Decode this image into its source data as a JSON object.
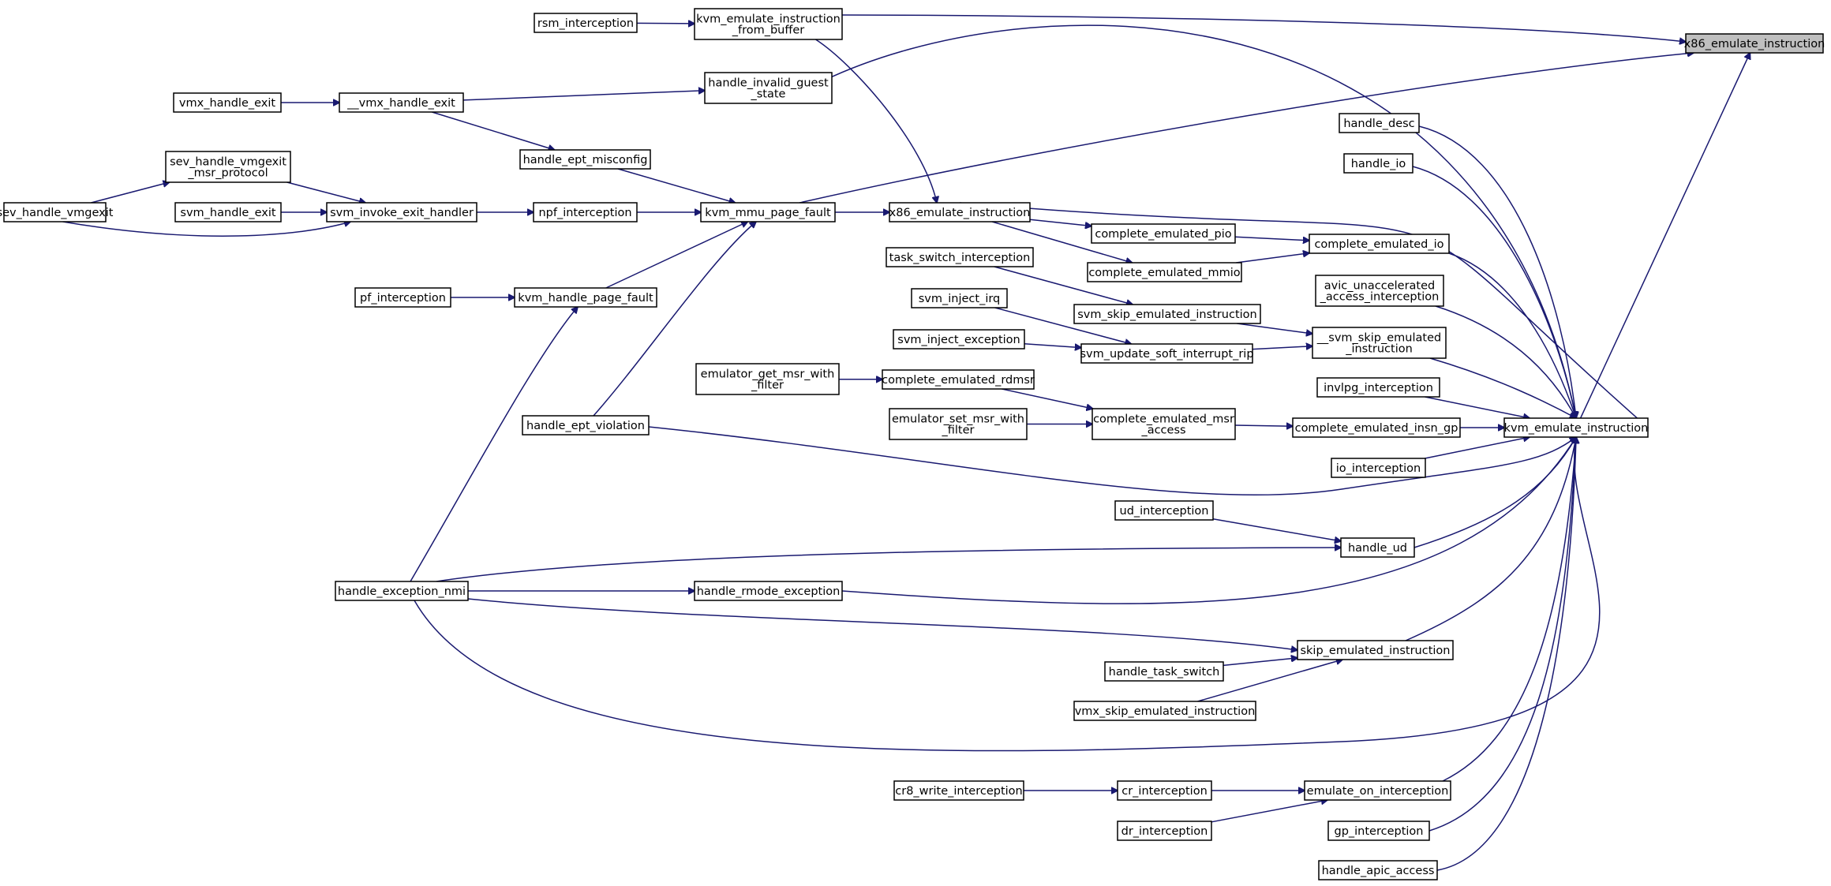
{
  "nodes": {
    "x86_root": {
      "label": [
        "x86_emulate_instruction"
      ],
      "root": true
    },
    "rsm": {
      "label": [
        "rsm_interception"
      ]
    },
    "kvm_eifb": {
      "label": [
        "kvm_emulate_instruction",
        "_from_buffer"
      ]
    },
    "vmx_handle_exit": {
      "label": [
        "vmx_handle_exit"
      ]
    },
    "__vmx_handle_exit": {
      "label": [
        "__vmx_handle_exit"
      ]
    },
    "handle_invalid_guest_state": {
      "label": [
        "handle_invalid_guest",
        "_state"
      ]
    },
    "handle_desc": {
      "label": [
        "handle_desc"
      ]
    },
    "handle_io": {
      "label": [
        "handle_io"
      ]
    },
    "sev_handle_vmgexit_msr": {
      "label": [
        "sev_handle_vmgexit",
        "_msr_protocol"
      ]
    },
    "handle_ept_misconfig": {
      "label": [
        "handle_ept_misconfig"
      ]
    },
    "sev_handle_vmgexit": {
      "label": [
        "sev_handle_vmgexit"
      ]
    },
    "svm_handle_exit": {
      "label": [
        "svm_handle_exit"
      ]
    },
    "svm_invoke_exit_handler": {
      "label": [
        "svm_invoke_exit_handler"
      ]
    },
    "npf_interception": {
      "label": [
        "npf_interception"
      ]
    },
    "kvm_mmu_page_fault": {
      "label": [
        "kvm_mmu_page_fault"
      ]
    },
    "x86_emul": {
      "label": [
        "x86_emulate_instruction"
      ]
    },
    "complete_emulated_pio": {
      "label": [
        "complete_emulated_pio"
      ]
    },
    "complete_emulated_io": {
      "label": [
        "complete_emulated_io"
      ]
    },
    "task_switch_interception": {
      "label": [
        "task_switch_interception"
      ]
    },
    "complete_emulated_mmio": {
      "label": [
        "complete_emulated_mmio"
      ]
    },
    "avic_unaccel": {
      "label": [
        "avic_unaccelerated",
        "_access_interception"
      ]
    },
    "pf_interception": {
      "label": [
        "pf_interception"
      ]
    },
    "kvm_handle_page_fault": {
      "label": [
        "kvm_handle_page_fault"
      ]
    },
    "svm_inject_irq": {
      "label": [
        "svm_inject_irq"
      ]
    },
    "svm_skip_emulated_instruction": {
      "label": [
        "svm_skip_emulated_instruction"
      ]
    },
    "__svm_skip": {
      "label": [
        "__svm_skip_emulated",
        "_instruction"
      ]
    },
    "svm_inject_exception": {
      "label": [
        "svm_inject_exception"
      ]
    },
    "svm_update_soft_interrupt_rip": {
      "label": [
        "svm_update_soft_interrupt_rip"
      ]
    },
    "emulator_get_msr": {
      "label": [
        "emulator_get_msr_with",
        "_filter"
      ]
    },
    "complete_emulated_rdmsr": {
      "label": [
        "complete_emulated_rdmsr"
      ]
    },
    "invlpg_interception": {
      "label": [
        "invlpg_interception"
      ]
    },
    "handle_ept_violation": {
      "label": [
        "handle_ept_violation"
      ]
    },
    "emulator_set_msr": {
      "label": [
        "emulator_set_msr_with",
        "_filter"
      ]
    },
    "complete_emulated_msr_access": {
      "label": [
        "complete_emulated_msr",
        "_access"
      ]
    },
    "complete_emulated_insn_gp": {
      "label": [
        "complete_emulated_insn_gp"
      ]
    },
    "kvm_emulate_instruction": {
      "label": [
        "kvm_emulate_instruction"
      ]
    },
    "io_interception": {
      "label": [
        "io_interception"
      ]
    },
    "ud_interception": {
      "label": [
        "ud_interception"
      ]
    },
    "handle_ud": {
      "label": [
        "handle_ud"
      ]
    },
    "handle_exception_nmi": {
      "label": [
        "handle_exception_nmi"
      ]
    },
    "handle_rmode_exception": {
      "label": [
        "handle_rmode_exception"
      ]
    },
    "skip_emulated_instruction": {
      "label": [
        "skip_emulated_instruction"
      ]
    },
    "handle_task_switch": {
      "label": [
        "handle_task_switch"
      ]
    },
    "vmx_skip_emulated_instruction": {
      "label": [
        "vmx_skip_emulated_instruction"
      ]
    },
    "cr8_write_interception": {
      "label": [
        "cr8_write_interception"
      ]
    },
    "cr_interception": {
      "label": [
        "cr_interception"
      ]
    },
    "emulate_on_interception": {
      "label": [
        "emulate_on_interception"
      ]
    },
    "dr_interception": {
      "label": [
        "dr_interception"
      ]
    },
    "gp_interception": {
      "label": [
        "gp_interception"
      ]
    },
    "handle_apic_access": {
      "label": [
        "handle_apic_access"
      ]
    }
  },
  "edges": [
    [
      "rsm",
      "kvm_eifb"
    ],
    [
      "kvm_eifb",
      "x86_root"
    ],
    [
      "kvm_eifb",
      "x86_emul"
    ],
    [
      "vmx_handle_exit",
      "__vmx_handle_exit"
    ],
    [
      "__vmx_handle_exit",
      "handle_invalid_guest_state"
    ],
    [
      "__vmx_handle_exit",
      "handle_ept_misconfig"
    ],
    [
      "handle_invalid_guest_state",
      "kvm_emulate_instruction"
    ],
    [
      "kvm_mmu_page_fault",
      "x86_root"
    ],
    [
      "kvm_emulate_instruction",
      "x86_root"
    ],
    [
      "handle_desc",
      "kvm_emulate_instruction"
    ],
    [
      "handle_io",
      "kvm_emulate_instruction"
    ],
    [
      "sev_handle_vmgexit",
      "sev_handle_vmgexit_msr"
    ],
    [
      "sev_handle_vmgexit_msr",
      "svm_invoke_exit_handler"
    ],
    [
      "sev_handle_vmgexit",
      "svm_invoke_exit_handler"
    ],
    [
      "svm_handle_exit",
      "svm_invoke_exit_handler"
    ],
    [
      "svm_invoke_exit_handler",
      "npf_interception"
    ],
    [
      "npf_interception",
      "kvm_mmu_page_fault"
    ],
    [
      "handle_ept_misconfig",
      "kvm_mmu_page_fault"
    ],
    [
      "kvm_handle_page_fault",
      "kvm_mmu_page_fault"
    ],
    [
      "handle_ept_violation",
      "kvm_mmu_page_fault"
    ],
    [
      "kvm_mmu_page_fault",
      "x86_emul"
    ],
    [
      "kvm_emulate_instruction",
      "x86_emul"
    ],
    [
      "x86_emul",
      "complete_emulated_pio"
    ],
    [
      "x86_emul",
      "complete_emulated_mmio"
    ],
    [
      "complete_emulated_pio",
      "complete_emulated_io"
    ],
    [
      "complete_emulated_mmio",
      "complete_emulated_io"
    ],
    [
      "complete_emulated_io",
      "kvm_emulate_instruction"
    ],
    [
      "task_switch_interception",
      "svm_skip_emulated_instruction"
    ],
    [
      "svm_skip_emulated_instruction",
      "__svm_skip"
    ],
    [
      "svm_inject_irq",
      "svm_update_soft_interrupt_rip"
    ],
    [
      "svm_inject_exception",
      "svm_update_soft_interrupt_rip"
    ],
    [
      "svm_update_soft_interrupt_rip",
      "__svm_skip"
    ],
    [
      "__svm_skip",
      "kvm_emulate_instruction"
    ],
    [
      "avic_unaccel",
      "kvm_emulate_instruction"
    ],
    [
      "pf_interception",
      "kvm_handle_page_fault"
    ],
    [
      "handle_exception_nmi",
      "kvm_handle_page_fault"
    ],
    [
      "emulator_get_msr",
      "complete_emulated_rdmsr"
    ],
    [
      "complete_emulated_rdmsr",
      "complete_emulated_msr_access"
    ],
    [
      "emulator_set_msr",
      "complete_emulated_msr_access"
    ],
    [
      "complete_emulated_msr_access",
      "complete_emulated_insn_gp"
    ],
    [
      "complete_emulated_insn_gp",
      "kvm_emulate_instruction"
    ],
    [
      "invlpg_interception",
      "kvm_emulate_instruction"
    ],
    [
      "io_interception",
      "kvm_emulate_instruction"
    ],
    [
      "handle_ept_violation",
      "kvm_emulate_instruction"
    ],
    [
      "ud_interception",
      "handle_ud"
    ],
    [
      "handle_exception_nmi",
      "handle_ud"
    ],
    [
      "handle_ud",
      "kvm_emulate_instruction"
    ],
    [
      "handle_exception_nmi",
      "handle_rmode_exception"
    ],
    [
      "handle_rmode_exception",
      "kvm_emulate_instruction"
    ],
    [
      "handle_exception_nmi",
      "skip_emulated_instruction"
    ],
    [
      "handle_task_switch",
      "skip_emulated_instruction"
    ],
    [
      "vmx_skip_emulated_instruction",
      "skip_emulated_instruction"
    ],
    [
      "skip_emulated_instruction",
      "kvm_emulate_instruction"
    ],
    [
      "handle_exception_nmi",
      "kvm_emulate_instruction"
    ],
    [
      "cr8_write_interception",
      "cr_interception"
    ],
    [
      "cr_interception",
      "emulate_on_interception"
    ],
    [
      "dr_interception",
      "emulate_on_interception"
    ],
    [
      "emulate_on_interception",
      "kvm_emulate_instruction"
    ],
    [
      "gp_interception",
      "kvm_emulate_instruction"
    ],
    [
      "handle_apic_access",
      "kvm_emulate_instruction"
    ]
  ]
}
